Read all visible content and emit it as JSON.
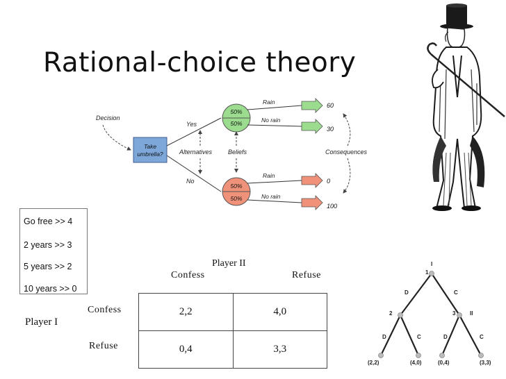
{
  "slide": {
    "title": "Rational-choice theory"
  },
  "decision_tree": {
    "decision_label": "Decision",
    "box_label_line1": "Take",
    "box_label_line2": "umbrella?",
    "yes_label": "Yes",
    "no_label": "No",
    "alternatives_label": "Alternatives",
    "beliefs_label": "Beliefs",
    "consequences_label": "Consequences",
    "yes_top_prob": "50%",
    "yes_bottom_prob": "50%",
    "no_top_prob": "50%",
    "no_bottom_prob": "50%",
    "yes_rain": "Rain",
    "yes_no_rain": "No rain",
    "no_rain": "Rain",
    "no_no_rain": "No rain",
    "outcome_1": "60",
    "outcome_2": "30",
    "outcome_3": "0",
    "outcome_4": "100",
    "colors": {
      "box": "#7da7d9",
      "green": "#9bdc8e",
      "orange": "#f0927a"
    }
  },
  "payoffs": {
    "line1": "Go free >>  4",
    "line2": "2 years >> 3",
    "line3": "5 years >> 2",
    "line4": "10 years >> 0"
  },
  "matrix": {
    "col_player": "Player II",
    "col_confess": "Confess",
    "col_refuse": "Refuse",
    "row_player": "Player I",
    "row_confess": "Confess",
    "row_refuse": "Refuse",
    "cells": [
      [
        "2,2",
        "4,0"
      ],
      [
        "0,4",
        "3,3"
      ]
    ]
  },
  "game_tree": {
    "root_top": "I",
    "root_num": "1",
    "d_top": "D",
    "c_top": "C",
    "left_num": "2",
    "right_num": "3",
    "right_player": "II",
    "ll": "D",
    "lr": "C",
    "rl": "D",
    "rr": "C",
    "outcomes": [
      "(2,2)",
      "(4,0)",
      "(0,4)",
      "(3,3)"
    ]
  }
}
